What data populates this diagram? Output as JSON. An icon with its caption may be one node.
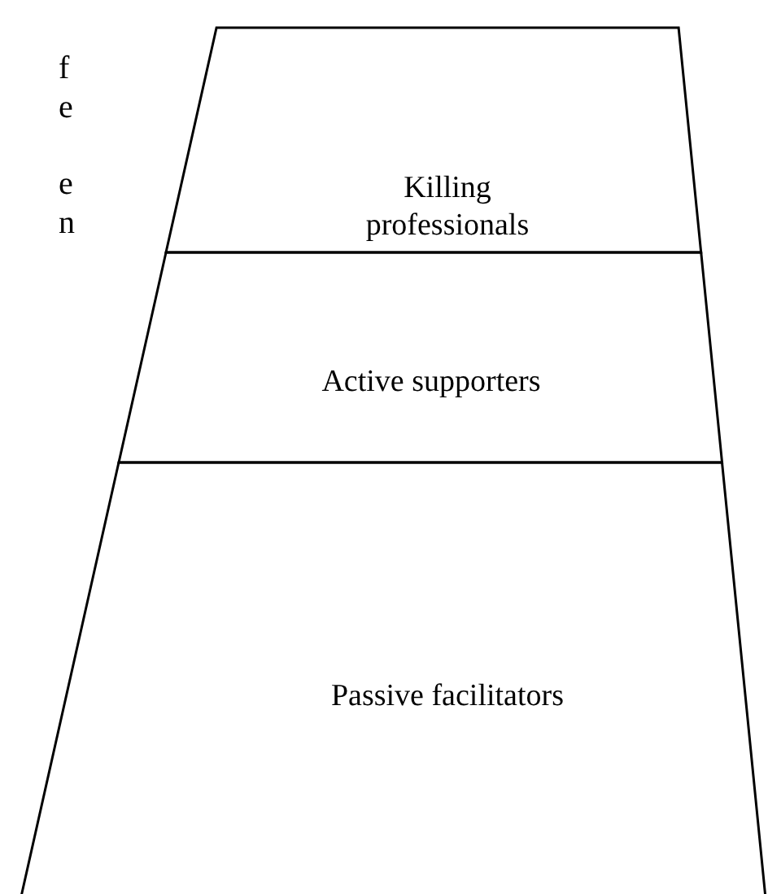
{
  "diagram": {
    "nodes": [
      {
        "text": [
          "Killing professionals"
        ]
      },
      {
        "text": [
          "Active supporters"
        ]
      },
      {
        "text": [
          "Passive facilitators"
        ]
      }
    ],
    "labels": [
      "f",
      "e",
      "e",
      "n"
    ]
  }
}
